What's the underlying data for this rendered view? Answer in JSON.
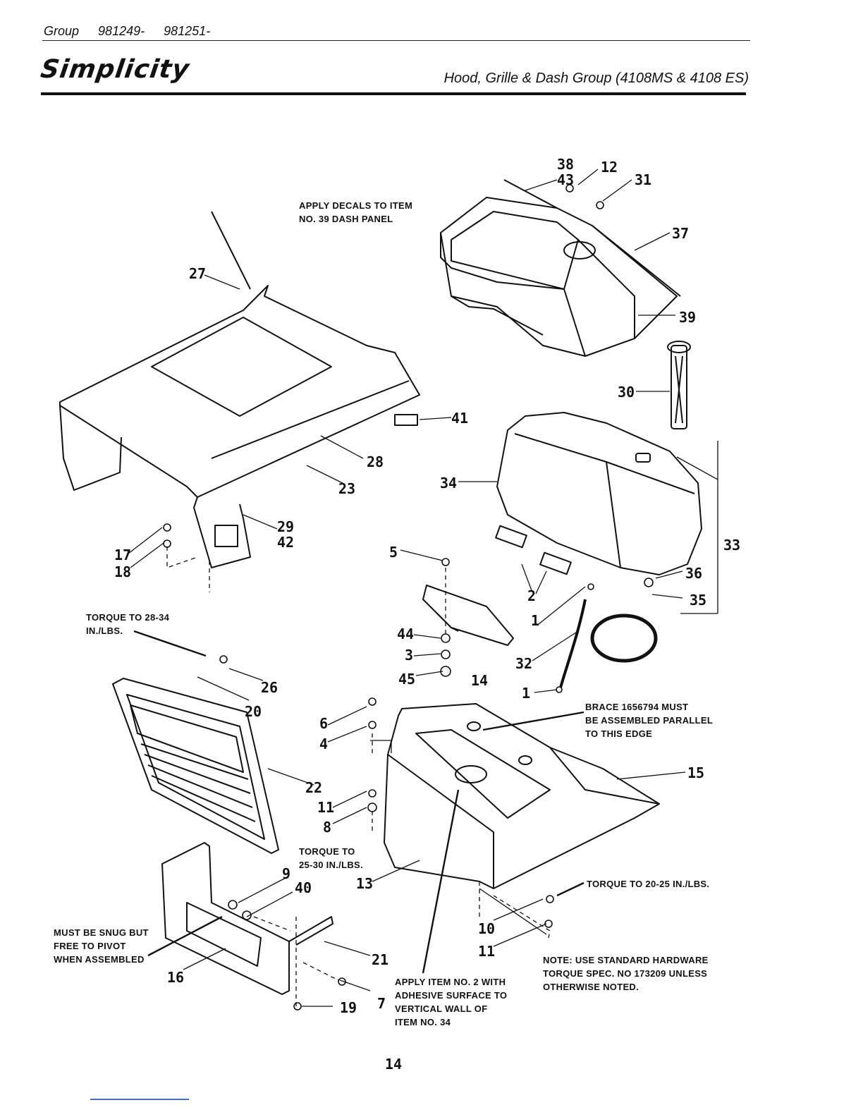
{
  "header": {
    "group_label": "Group",
    "group_numbers": [
      "981249-",
      "981251-"
    ],
    "brand": "Simplicity",
    "title": "Hood, Grille & Dash Group (4108MS & 4108 ES)"
  },
  "callouts": [
    {
      "id": "c38",
      "text": "38"
    },
    {
      "id": "c43",
      "text": "43"
    },
    {
      "id": "c12",
      "text": "12"
    },
    {
      "id": "c31",
      "text": "31"
    },
    {
      "id": "c37",
      "text": "37"
    },
    {
      "id": "c39",
      "text": "39"
    },
    {
      "id": "c27",
      "text": "27"
    },
    {
      "id": "c30",
      "text": "30"
    },
    {
      "id": "c41",
      "text": "41"
    },
    {
      "id": "c28",
      "text": "28"
    },
    {
      "id": "c23",
      "text": "23"
    },
    {
      "id": "c34",
      "text": "34"
    },
    {
      "id": "c29",
      "text": "29"
    },
    {
      "id": "c42",
      "text": "42"
    },
    {
      "id": "c17",
      "text": "17"
    },
    {
      "id": "c18",
      "text": "18"
    },
    {
      "id": "c33",
      "text": "33"
    },
    {
      "id": "c5",
      "text": "5"
    },
    {
      "id": "c36",
      "text": "36"
    },
    {
      "id": "c2",
      "text": "2"
    },
    {
      "id": "c35",
      "text": "35"
    },
    {
      "id": "c1a",
      "text": "1"
    },
    {
      "id": "c44",
      "text": "44"
    },
    {
      "id": "c3",
      "text": "3"
    },
    {
      "id": "c32",
      "text": "32"
    },
    {
      "id": "c45",
      "text": "45"
    },
    {
      "id": "c14",
      "text": "14"
    },
    {
      "id": "c1b",
      "text": "1"
    },
    {
      "id": "c26",
      "text": "26"
    },
    {
      "id": "c20",
      "text": "20"
    },
    {
      "id": "c6",
      "text": "6"
    },
    {
      "id": "c4",
      "text": "4"
    },
    {
      "id": "c15",
      "text": "15"
    },
    {
      "id": "c22",
      "text": "22"
    },
    {
      "id": "c11a",
      "text": "11"
    },
    {
      "id": "c8",
      "text": "8"
    },
    {
      "id": "c9",
      "text": "9"
    },
    {
      "id": "c40",
      "text": "40"
    },
    {
      "id": "c13",
      "text": "13"
    },
    {
      "id": "c10",
      "text": "10"
    },
    {
      "id": "c11b",
      "text": "11"
    },
    {
      "id": "c21",
      "text": "21"
    },
    {
      "id": "c16",
      "text": "16"
    },
    {
      "id": "c7",
      "text": "7"
    },
    {
      "id": "c19",
      "text": "19"
    }
  ],
  "notes": {
    "decals": [
      "APPLY DECALS TO ITEM",
      "NO. 39 DASH PANEL"
    ],
    "torque_26": [
      "TORQUE TO 28-34",
      "IN./LBS."
    ],
    "brace": [
      "BRACE 1656794 MUST",
      "BE ASSEMBLED PARALLEL",
      "TO THIS EDGE"
    ],
    "torque_8": [
      "TORQUE TO",
      "25-30 IN./LBS."
    ],
    "torque_10": "TORQUE TO 20-25 IN./LBS.",
    "snug": [
      "MUST BE SNUG BUT",
      "FREE TO PIVOT",
      "WHEN ASSEMBLED"
    ],
    "apply_item2": [
      "APPLY ITEM NO. 2 WITH",
      "ADHESIVE SURFACE TO",
      "VERTICAL WALL OF",
      "ITEM NO. 34"
    ],
    "hardware": [
      "NOTE:  USE STANDARD HARDWARE",
      "TORQUE SPEC. NO 173209 UNLESS",
      "OTHERWISE NOTED."
    ]
  },
  "page_number": "14"
}
